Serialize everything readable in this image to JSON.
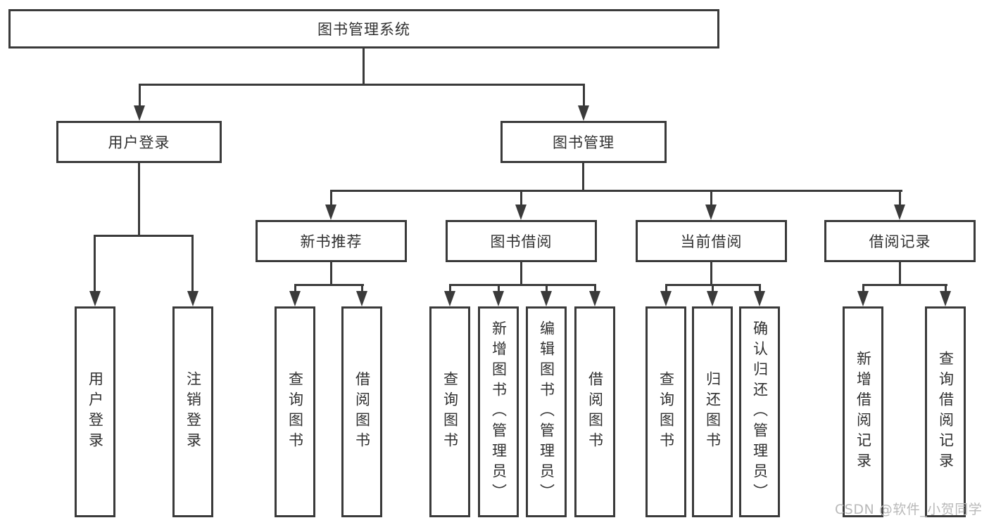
{
  "colors": {
    "line": "#3a3a3a",
    "text": "#303030",
    "watermark": "#b9b9b9",
    "node_bg": "#ffffff",
    "background": "#ffffff"
  },
  "tree": {
    "label": "图书管理系统",
    "children": [
      {
        "label": "用户登录",
        "children": [
          {
            "label": "用户登录"
          },
          {
            "label": "注销登录"
          }
        ]
      },
      {
        "label": "图书管理",
        "children": [
          {
            "label": "新书推荐",
            "children": [
              {
                "label": "查询图书"
              },
              {
                "label": "借阅图书"
              }
            ]
          },
          {
            "label": "图书借阅",
            "children": [
              {
                "label": "查询图书"
              },
              {
                "label": "新增图书（管理员）"
              },
              {
                "label": "编辑图书（管理员）"
              },
              {
                "label": "借阅图书"
              }
            ]
          },
          {
            "label": "当前借阅",
            "children": [
              {
                "label": "查询图书"
              },
              {
                "label": "归还图书"
              },
              {
                "label": "确认归还（管理员）"
              }
            ]
          },
          {
            "label": "借阅记录",
            "children": [
              {
                "label": "新增借阅记录"
              },
              {
                "label": "查询借阅记录"
              }
            ]
          }
        ]
      }
    ]
  },
  "watermark": {
    "text": "CSDN @软件_小贺同学"
  }
}
